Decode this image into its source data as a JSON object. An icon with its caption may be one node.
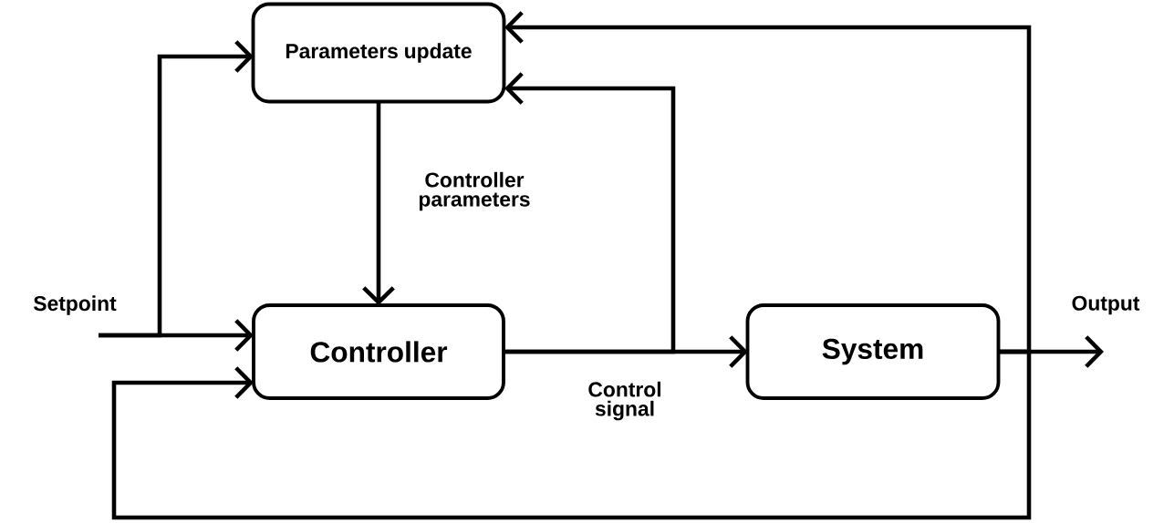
{
  "diagram": {
    "nodes": [
      {
        "text": [
          "Parameters update"
        ]
      },
      {
        "text": [
          "Controller"
        ]
      },
      {
        "text": [
          "System"
        ]
      },
      {
        "text": [
          "Setpoint"
        ]
      },
      {
        "text": [
          "Output"
        ]
      }
    ],
    "edges": [
      {
        "from": 3,
        "to": 1,
        "arrow": "to"
      },
      {
        "from": 3,
        "to": 0,
        "arrow": "to"
      },
      {
        "from": 0,
        "to": 1,
        "arrow": "to",
        "label": "Controller parameters"
      },
      {
        "from": 1,
        "to": 2,
        "arrow": "to",
        "label": "Control signal"
      },
      {
        "from": 1,
        "to": 0,
        "arrow": "to"
      },
      {
        "from": 2,
        "to": 4,
        "arrow": "to"
      },
      {
        "from": 2,
        "to": 0,
        "arrow": "to"
      },
      {
        "from": 2,
        "to": 1,
        "arrow": "to"
      }
    ]
  }
}
